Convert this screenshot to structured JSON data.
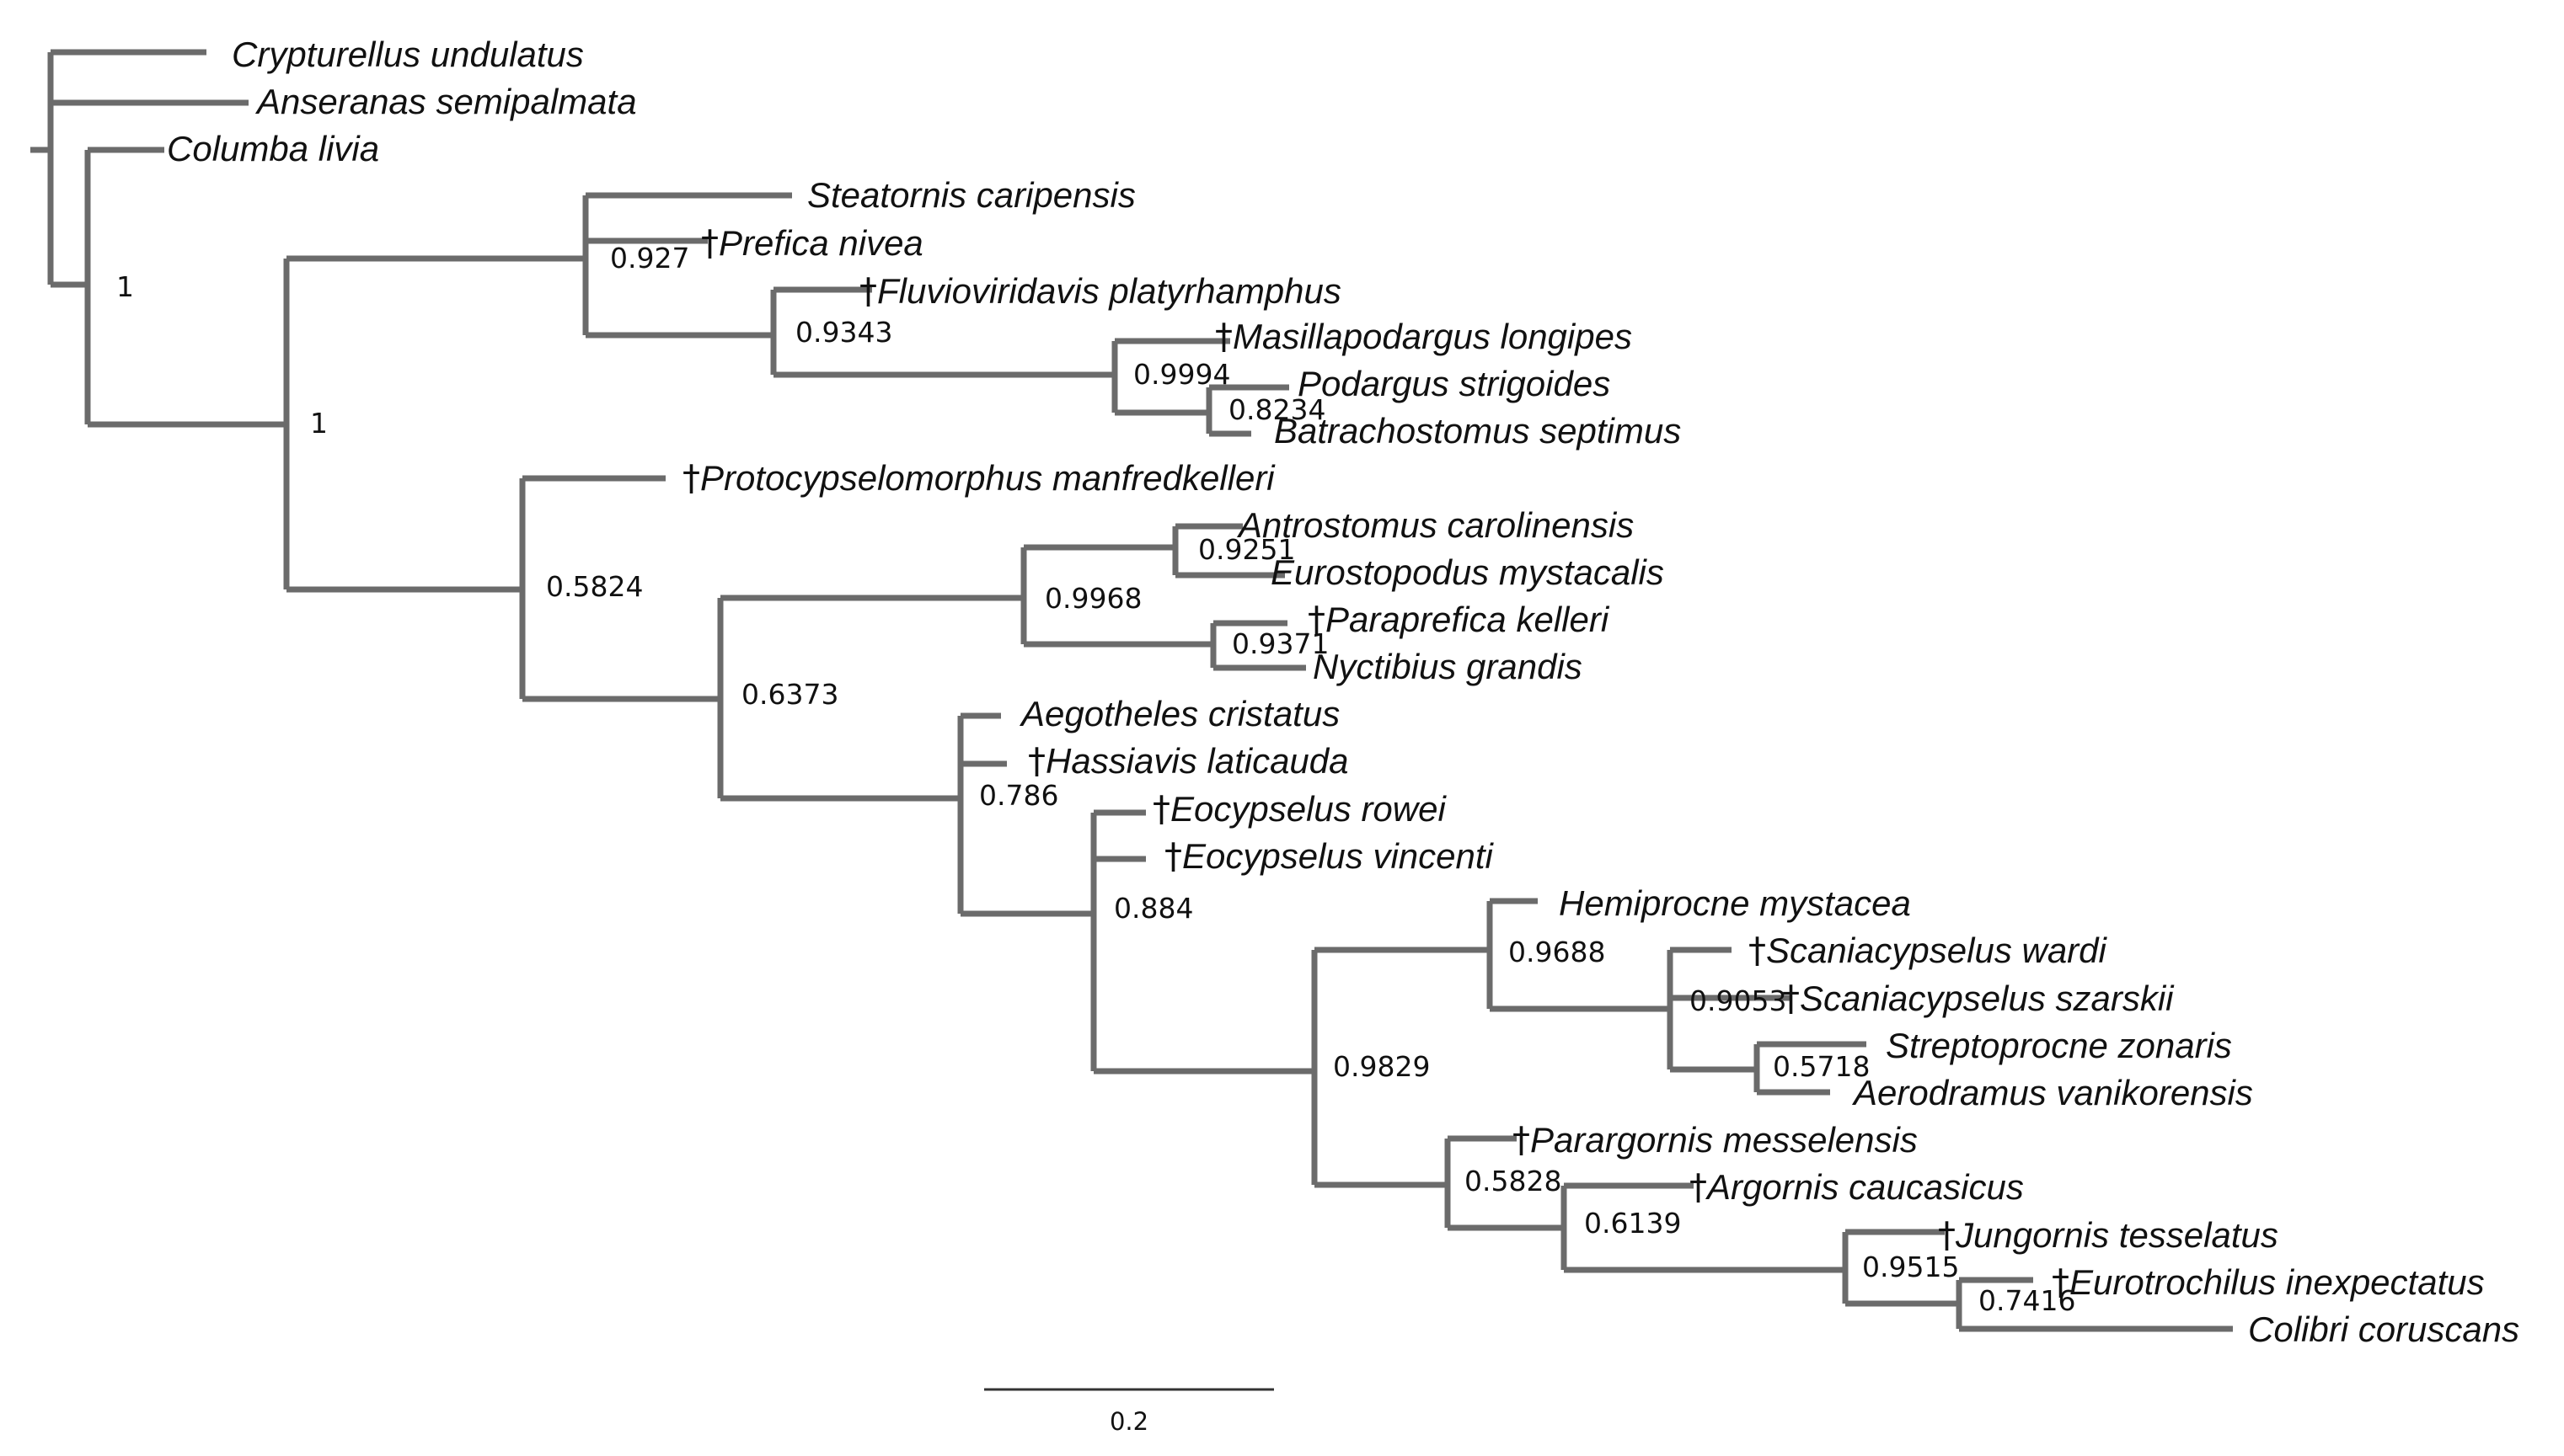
{
  "tree": {
    "scale_bar": {
      "label": "0.2"
    },
    "taxa": [
      {
        "id": "t1",
        "name": "Crypturellus undulatus",
        "fossil": false
      },
      {
        "id": "t2",
        "name": "Anseranas semipalmata",
        "fossil": false
      },
      {
        "id": "t3",
        "name": "Columba livia",
        "fossil": false
      },
      {
        "id": "t4",
        "name": "Steatornis caripensis",
        "fossil": false
      },
      {
        "id": "t5",
        "name": "Prefica nivea",
        "fossil": true
      },
      {
        "id": "t6",
        "name": "Fluvioviridavis platyrhamphus",
        "fossil": true
      },
      {
        "id": "t7",
        "name": "Masillapodargus longipes",
        "fossil": true
      },
      {
        "id": "t8",
        "name": "Podargus strigoides",
        "fossil": false
      },
      {
        "id": "t9",
        "name": "Batrachostomus septimus",
        "fossil": false
      },
      {
        "id": "t10",
        "name": "Protocypselomorphus manfredkelleri",
        "fossil": true
      },
      {
        "id": "t11",
        "name": "Antrostomus carolinensis",
        "fossil": false
      },
      {
        "id": "t12",
        "name": "Eurostopodus mystacalis",
        "fossil": false
      },
      {
        "id": "t13",
        "name": "Paraprefica kelleri",
        "fossil": true
      },
      {
        "id": "t14",
        "name": "Nyctibius grandis",
        "fossil": false
      },
      {
        "id": "t15",
        "name": "Aegotheles cristatus",
        "fossil": false
      },
      {
        "id": "t16",
        "name": "Hassiavis laticauda",
        "fossil": true
      },
      {
        "id": "t17",
        "name": "Eocypselus rowei",
        "fossil": true
      },
      {
        "id": "t18",
        "name": "Eocypselus vincenti",
        "fossil": true
      },
      {
        "id": "t19",
        "name": "Hemiprocne mystacea",
        "fossil": false
      },
      {
        "id": "t20",
        "name": "Scaniacypselus wardi",
        "fossil": true
      },
      {
        "id": "t21",
        "name": "Scaniacypselus szarskii",
        "fossil": true
      },
      {
        "id": "t22",
        "name": "Streptoprocne zonaris",
        "fossil": false
      },
      {
        "id": "t23",
        "name": "Aerodramus vanikorensis",
        "fossil": false
      },
      {
        "id": "t24",
        "name": "Parargornis messelensis",
        "fossil": true
      },
      {
        "id": "t25",
        "name": "Argornis caucasicus",
        "fossil": true
      },
      {
        "id": "t26",
        "name": "Jungornis tesselatus",
        "fossil": true
      },
      {
        "id": "t27",
        "name": "Eurotrochilus inexpectatus",
        "fossil": true
      },
      {
        "id": "t28",
        "name": "Colibri coruscans",
        "fossil": false
      }
    ],
    "supports": [
      {
        "id": "s_columba_rest",
        "value": "1"
      },
      {
        "id": "s_strisores",
        "value": "1"
      },
      {
        "id": "s_prefica",
        "value": "0.927"
      },
      {
        "id": "s_fluvio",
        "value": "0.9343"
      },
      {
        "id": "s_podargidae",
        "value": "0.9994"
      },
      {
        "id": "s_podargus",
        "value": "0.8234"
      },
      {
        "id": "s_protocyps",
        "value": "0.5824"
      },
      {
        "id": "s_cap_nyct",
        "value": "0.9968"
      },
      {
        "id": "s_caprimulgidae",
        "value": "0.9251"
      },
      {
        "id": "s_nyctibiidae",
        "value": "0.9371"
      },
      {
        "id": "s_daedalornithes",
        "value": "0.6373"
      },
      {
        "id": "s_aegotheles",
        "value": "0.786"
      },
      {
        "id": "s_eocypselus",
        "value": "0.884"
      },
      {
        "id": "s_apodiformes",
        "value": "0.9829"
      },
      {
        "id": "s_apodi",
        "value": "0.9688"
      },
      {
        "id": "s_scania",
        "value": "0.9053"
      },
      {
        "id": "s_apodidae",
        "value": "0.5718"
      },
      {
        "id": "s_parargornis",
        "value": "0.5828"
      },
      {
        "id": "s_argornis",
        "value": "0.6139"
      },
      {
        "id": "s_jungornis",
        "value": "0.9515"
      },
      {
        "id": "s_trochilidae",
        "value": "0.7416"
      }
    ]
  }
}
